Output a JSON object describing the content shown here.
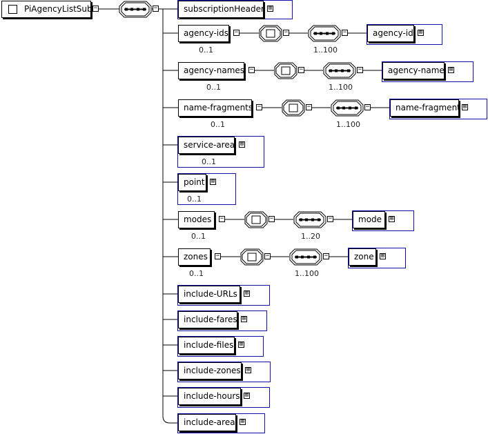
{
  "diagram": {
    "root": {
      "label": "PiAgencyListSub"
    },
    "elements": [
      {
        "name": "subscriptionHeader"
      },
      {
        "name": "agency-ids",
        "occurs": "0..1",
        "child": {
          "name": "agency-id",
          "occurs": "1..100"
        }
      },
      {
        "name": "agency-names",
        "occurs": "0..1",
        "child": {
          "name": "agency-name",
          "occurs": "1..100"
        }
      },
      {
        "name": "name-fragments",
        "occurs": "0..1",
        "child": {
          "name": "name-fragment",
          "occurs": "1..100"
        }
      },
      {
        "name": "service-area",
        "occurs": "0..1"
      },
      {
        "name": "point",
        "occurs": "0..1"
      },
      {
        "name": "modes",
        "occurs": "0..1",
        "child": {
          "name": "mode",
          "occurs": "1..20"
        }
      },
      {
        "name": "zones",
        "occurs": "0..1",
        "child": {
          "name": "zone",
          "occurs": "1..100"
        }
      },
      {
        "name": "include-URLs"
      },
      {
        "name": "include-fares"
      },
      {
        "name": "include-files"
      },
      {
        "name": "include-zones"
      },
      {
        "name": "include-hours"
      },
      {
        "name": "include-area"
      }
    ],
    "expand_symbol": "⊞",
    "collapse_symbol": "−"
  }
}
